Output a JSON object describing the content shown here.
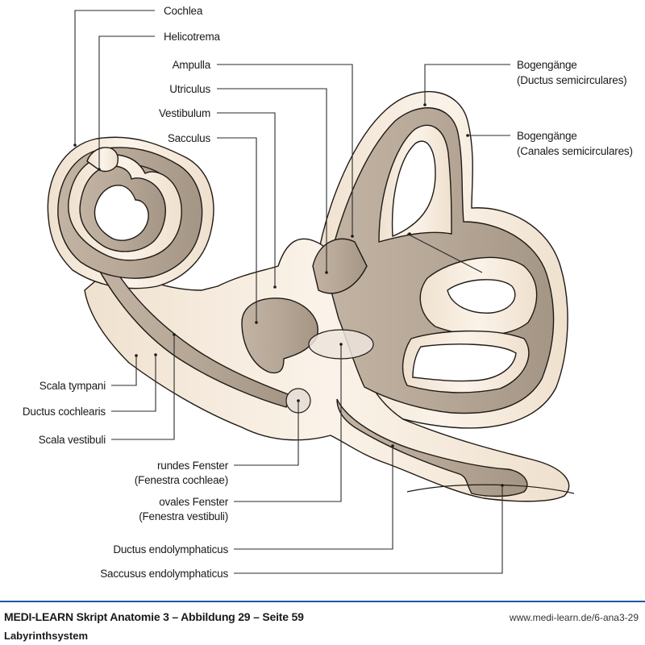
{
  "figure": {
    "title": "Labyrinthsystem",
    "colors": {
      "perilymph_light": "#f3e6d6",
      "endolymph_dark": "#b3a496",
      "outline": "#1f1a16",
      "footer_rule": "#1a58a8"
    },
    "labels": {
      "cochlea": "Cochlea",
      "helicotrema": "Helicotrema",
      "ampulla": "Ampulla",
      "utriculus": "Utriculus",
      "vestibulum": "Vestibulum",
      "sacculus": "Sacculus",
      "ductus_semicirculares_1": "Bogengänge",
      "ductus_semicirculares_2": "(Ductus semicirculares)",
      "canales_semicirculares_1": "Bogengänge",
      "canales_semicirculares_2": "(Canales semicirculares)",
      "scala_tympani": "Scala tympani",
      "ductus_cochlearis": "Ductus cochlearis",
      "scala_vestibuli": "Scala vestibuli",
      "rundes_fenster_1": "rundes Fenster",
      "rundes_fenster_2": "(Fenestra cochleae)",
      "ovales_fenster_1": "ovales Fenster",
      "ovales_fenster_2": "(Fenestra vestibuli)",
      "ductus_endolymphaticus": "Ductus endolymphaticus",
      "saccusus_endolymphaticus": "Saccusus endolymphaticus"
    }
  },
  "footer": {
    "source": "MEDI-LEARN Skript Anatomie 3 – Abbildung 29 – Seite 59",
    "url": "www.medi-learn.de/6-ana3-29",
    "caption": "Labyrinthsystem"
  }
}
